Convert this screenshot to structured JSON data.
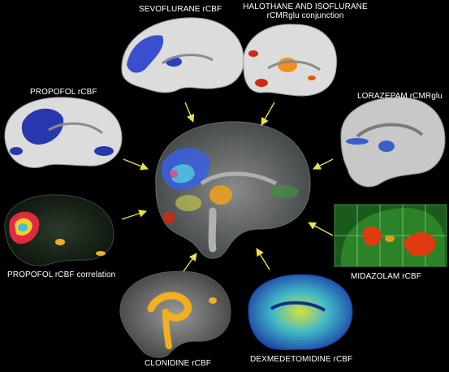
{
  "labels": {
    "sevoflurane": "SEVOFLURANE rCBF",
    "halothane_line1": "HALOTHANE AND ISOFLURANE",
    "halothane_line2": "rCMRglu conjunction",
    "propofol": "PROPOFOL rCBF",
    "lorazepam": "LORAZEPAM rCMRglu",
    "propofol_corr": "PROPOFOL rCBF correlation",
    "midazolam": "MIDAZOLAM rCBF",
    "clonidine": "CLONIDINE rCBF",
    "dexmedetomidine": "DEXMEDETOMIDINE rCBF"
  },
  "colors": {
    "background": "#000000",
    "arrow": "#e8e04a",
    "brain_white": "#dcdcdc",
    "blue_activation": "#3a4fd0",
    "red_activation": "#d02a10",
    "yellow_activation": "#f0b020",
    "midazolam_green": "#2f8a2a"
  }
}
